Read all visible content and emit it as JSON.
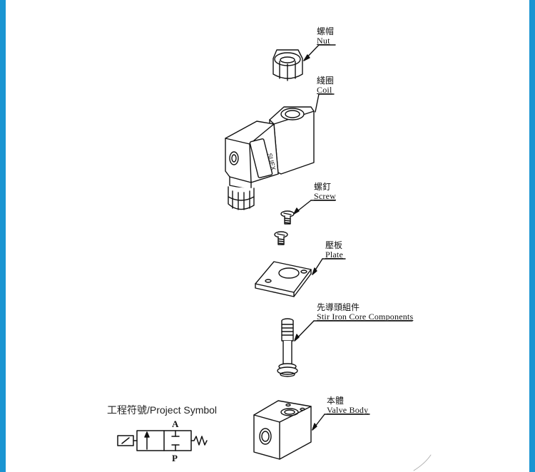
{
  "labels": {
    "nut": {
      "zh": "螺帽",
      "en": "Nut"
    },
    "coil": {
      "zh": "綫圈",
      "en": "Coil"
    },
    "screw": {
      "zh": "螺釘",
      "en": "Screw"
    },
    "plate": {
      "zh": "壓板",
      "en": "Plate"
    },
    "core": {
      "zh": "先導頭組件",
      "en": "Stir Iron Core Components"
    },
    "body": {
      "zh": "本體",
      "en": "Valve Body"
    }
  },
  "symbol": {
    "title": "工程符號/Project Symbol",
    "port_a": "A",
    "port_p": "P"
  },
  "colors": {
    "frame": "#1a95d2",
    "line": "#111111"
  }
}
